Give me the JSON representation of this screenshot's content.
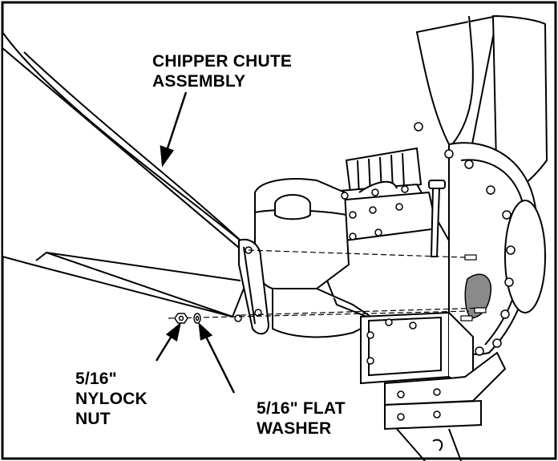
{
  "labels": {
    "chipper_chute": {
      "line1": "CHIPPER CHUTE",
      "line2": "ASSEMBLY"
    },
    "nylock_nut": {
      "line1": "5/16\"",
      "line2": "NYLOCK",
      "line3": "NUT"
    },
    "flat_washer": {
      "line1": "5/16\" FLAT",
      "line2": "WASHER"
    }
  },
  "colors": {
    "ink": "#000000",
    "paper": "#ffffff",
    "shade": "#8a8a8a"
  }
}
